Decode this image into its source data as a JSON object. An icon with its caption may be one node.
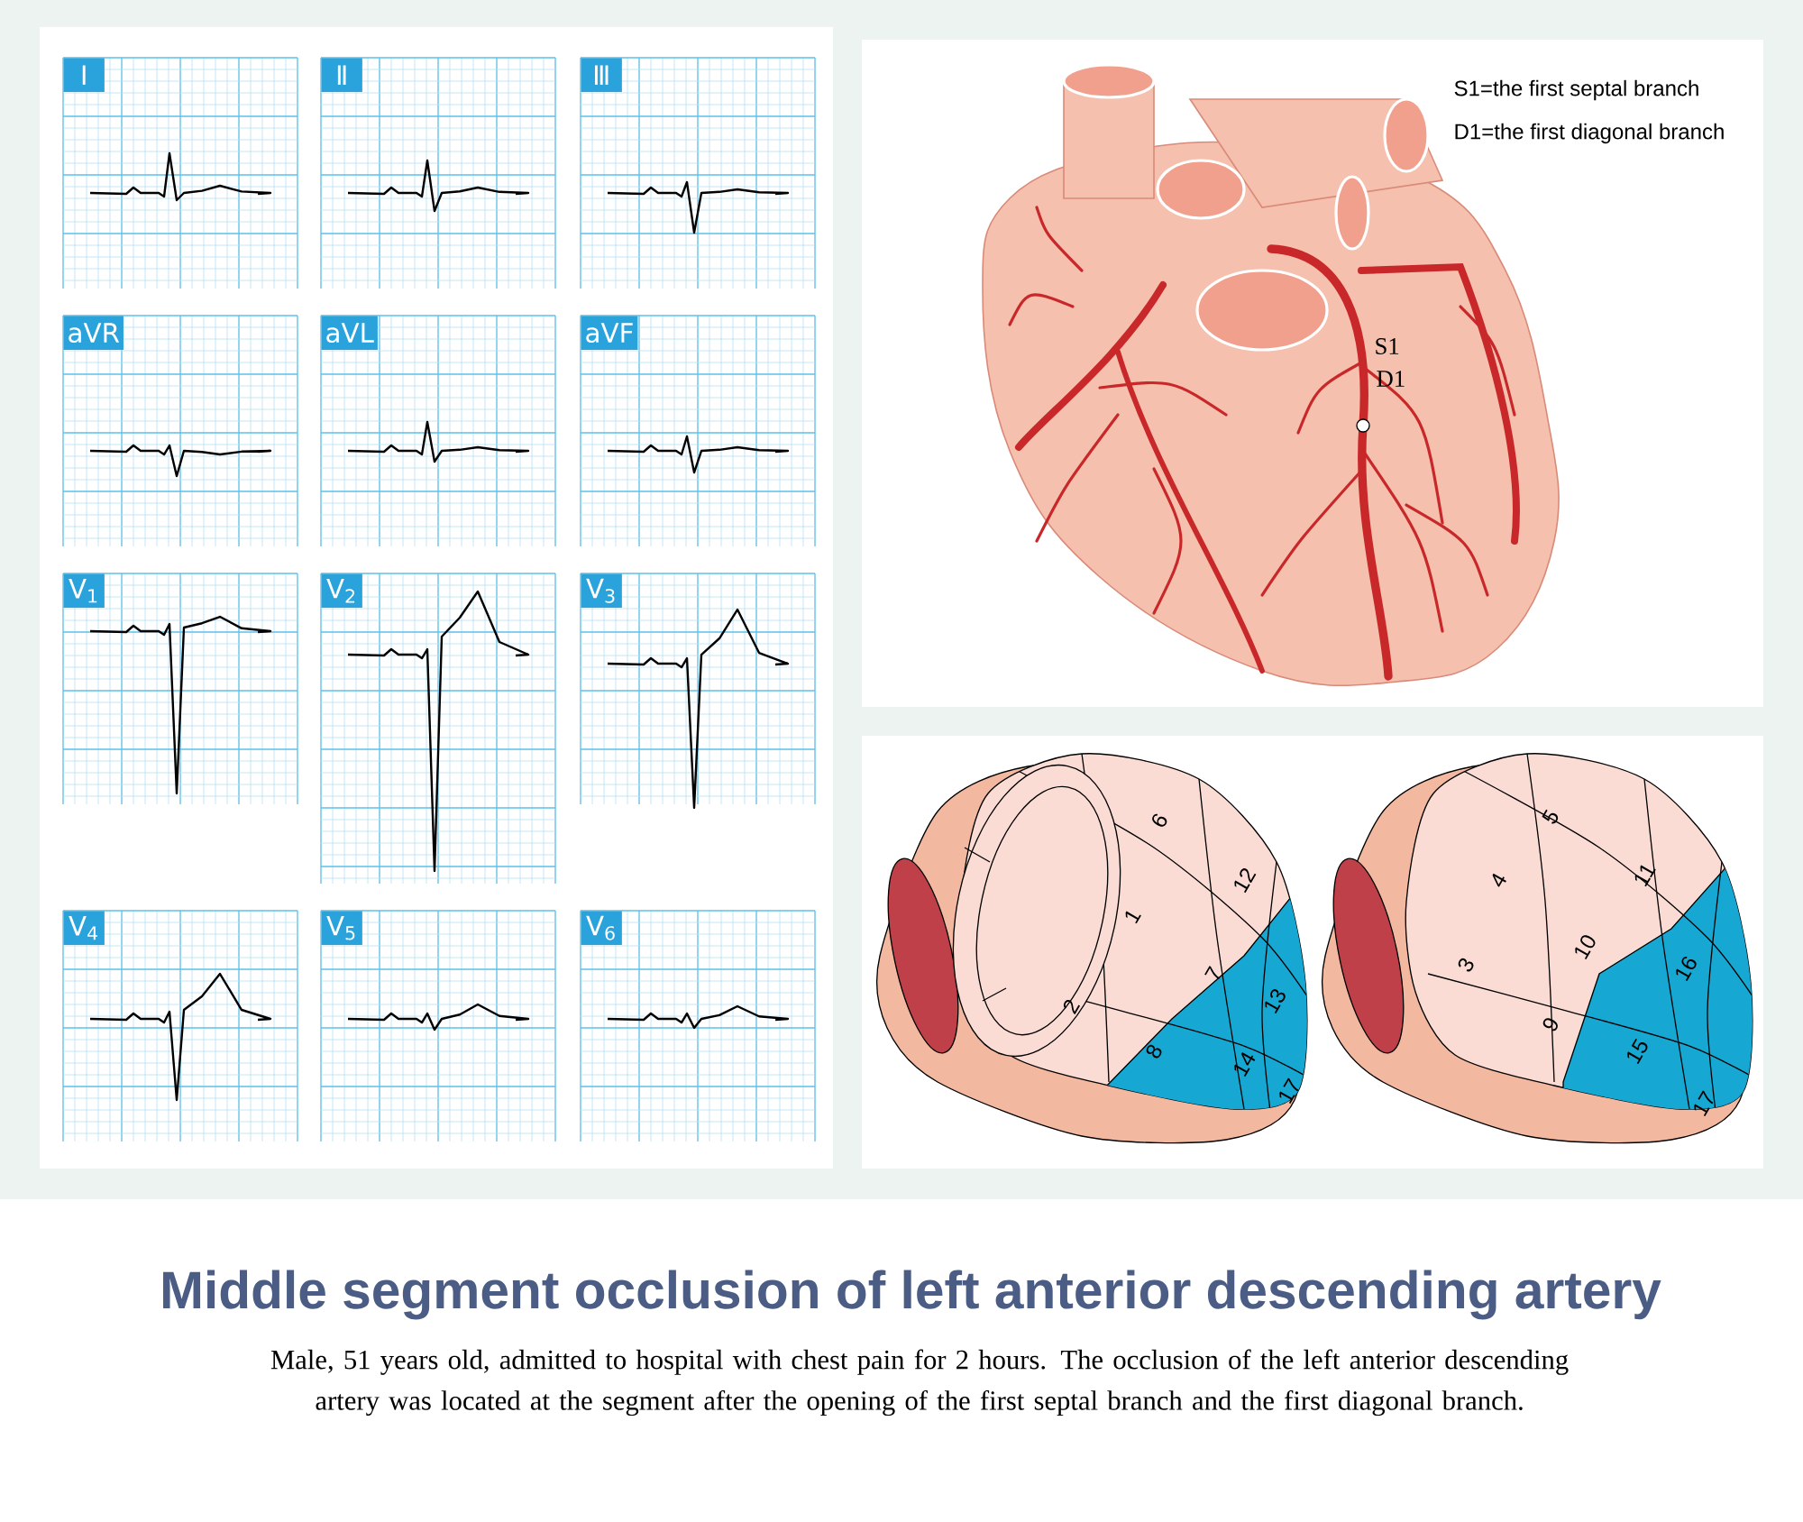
{
  "diagram": {
    "title": "Middle segment occlusion of left anterior descending artery",
    "caption": "Male, 51 years old, admitted to hospital with chest pain for 2 hours. The occlusion of the left anterior descending artery was located at the segment after the opening of the first septal branch and the first diagonal branch.",
    "labels": [
      "Ⅰ",
      "Ⅱ",
      "Ⅲ",
      "aVR",
      "aVL",
      "aVF",
      "V$_{1}$",
      "V$_{2}$",
      "V$_{3}$",
      "V$_{4}$",
      "V$_{5}$",
      "V$_{6}$",
      "S1=the first septal branch",
      "D1=the first diagonal branch",
      "S1",
      "D1",
      "6",
      "12",
      "1",
      "7",
      "2",
      "8",
      "13",
      "14",
      "17",
      "5",
      "4",
      "11",
      "10",
      "3",
      "9",
      "16",
      "15",
      "17"
    ]
  }
}
